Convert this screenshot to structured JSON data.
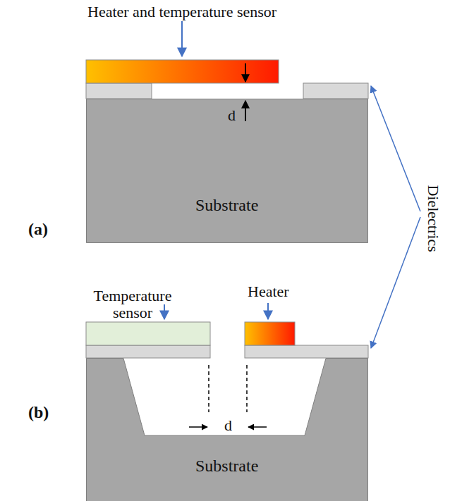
{
  "diagram": {
    "nodes": [
      {
        "text": [
          "Substrate"
        ]
      },
      {
        "text": [
          "Substrate"
        ]
      }
    ],
    "labels": [
      "Heater and temperature sensor",
      "d",
      "(a)",
      "Dielectrics",
      "Temperature sensor",
      "Heater",
      "(b)",
      "d"
    ]
  }
}
